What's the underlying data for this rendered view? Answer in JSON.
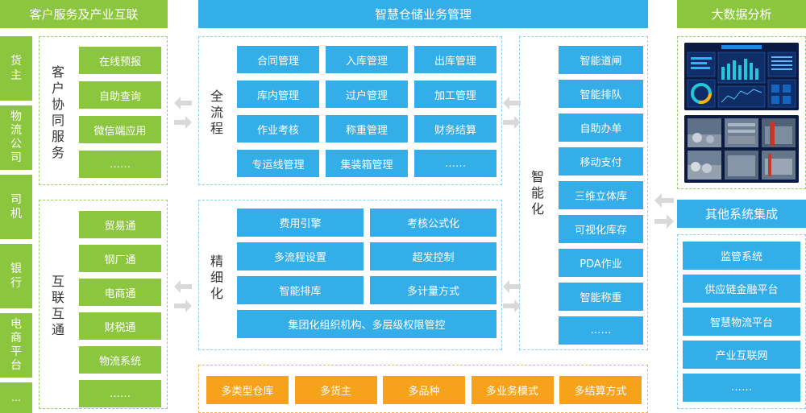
{
  "header": {
    "left_title": "客户服务及产业互联",
    "center_title": "智慧仓储业务管理",
    "right_title": "大数据分析",
    "integration_title": "其他系统集成"
  },
  "user_types": [
    "货主",
    "物流公司",
    "司机",
    "银行",
    "电商平台",
    "…"
  ],
  "customer_collab": {
    "label": "客户协同服务",
    "items": [
      "在线预报",
      "自助查询",
      "微信端应用",
      "……"
    ]
  },
  "interconnect": {
    "label": "互联互通",
    "items": [
      "贸易通",
      "钢厂通",
      "电商通",
      "财税通",
      "物流系统",
      "……"
    ]
  },
  "full_process": {
    "label": "全流程",
    "items": [
      "合同管理",
      "入库管理",
      "出库管理",
      "库内管理",
      "过户管理",
      "加工管理",
      "作业考核",
      "称重管理",
      "财务结算",
      "专运线管理",
      "集装箱管理",
      "……"
    ]
  },
  "refined": {
    "label": "精细化",
    "items": [
      "费用引擎",
      "考核公式化",
      "多流程设置",
      "超发控制",
      "智能排库",
      "多计量方式"
    ],
    "wide_item": "集团化组织机构、多层级权限管控"
  },
  "intelligent": {
    "label": "智能化",
    "items": [
      "智能道闸",
      "智能排队",
      "自助办单",
      "移动支付",
      "三维立体库",
      "可视化库存",
      "PDA作业",
      "智能称重",
      "……"
    ]
  },
  "features": [
    "多类型仓库",
    "多货主",
    "多品种",
    "多业务模式",
    "多结算方式"
  ],
  "integration_items": [
    "监管系统",
    "供应链金融平台",
    "智慧物流平台",
    "产业互联网",
    "……"
  ],
  "colors": {
    "green": "#8cc63f",
    "blue": "#33aee8",
    "orange": "#f7a21b",
    "arrow": "#d9d9d9"
  }
}
